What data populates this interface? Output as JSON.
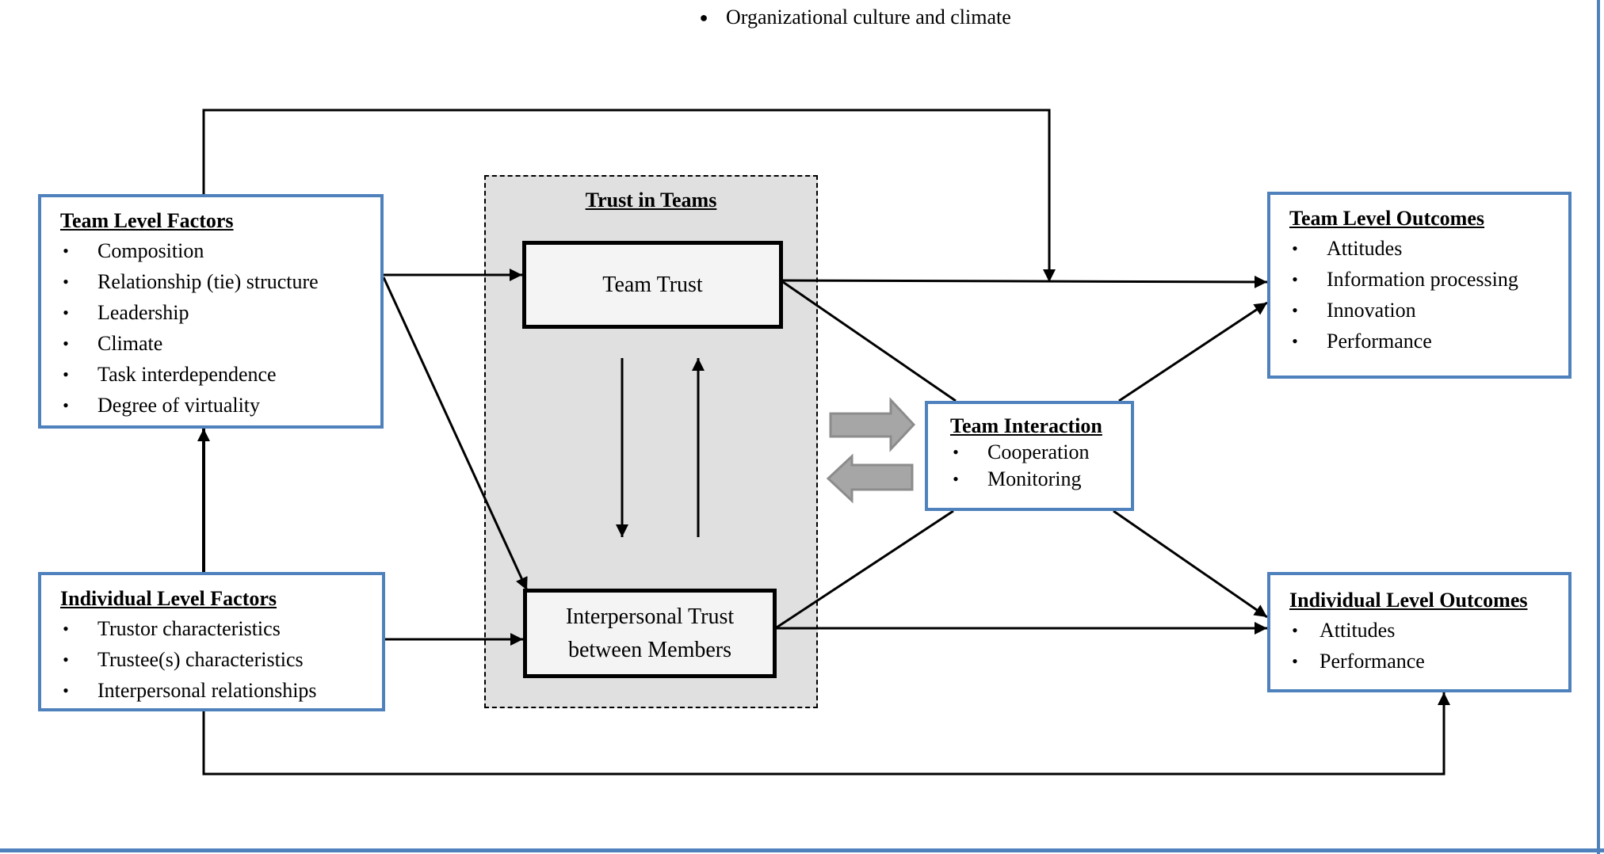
{
  "context": {
    "bullet_text": "Organizational culture and climate"
  },
  "team_level_factors": {
    "title": "Team Level Factors",
    "items": [
      "Composition",
      "Relationship (tie) structure",
      "Leadership",
      "Climate",
      "Task interdependence",
      "Degree of virtuality"
    ]
  },
  "individual_level_factors": {
    "title": "Individual Level Factors",
    "items": [
      "Trustor characteristics",
      "Trustee(s) characteristics",
      "Interpersonal relationships"
    ]
  },
  "trust_in_teams": {
    "title": "Trust in Teams",
    "team_trust": "Team Trust",
    "interpersonal_trust_line1": "Interpersonal Trust",
    "interpersonal_trust_line2": "between Members"
  },
  "team_interaction": {
    "title": "Team Interaction",
    "items": [
      "Cooperation",
      "Monitoring"
    ]
  },
  "team_level_outcomes": {
    "title": "Team Level Outcomes",
    "items": [
      "Attitudes",
      "Information processing",
      "Innovation",
      "Performance"
    ]
  },
  "individual_level_outcomes": {
    "title": "Individual Level Outcomes",
    "items": [
      "Attitudes",
      "Performance"
    ]
  },
  "colors": {
    "box_border": "#4f81bd",
    "group_fill": "#e0e0e0",
    "trust_box_fill": "#f4f4f4",
    "block_arrow_fill": "#a6a6a6",
    "block_arrow_stroke": "#8c8c8c"
  }
}
